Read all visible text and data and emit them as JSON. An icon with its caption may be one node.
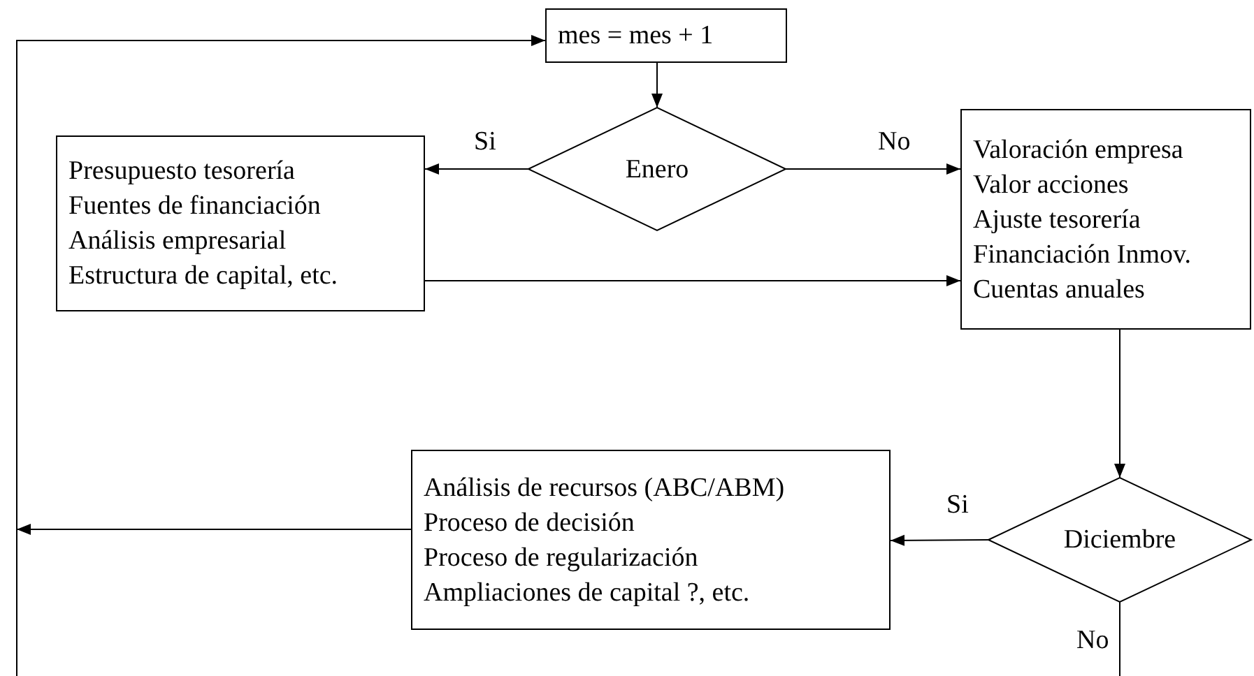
{
  "diagram": {
    "nodes": [
      {
        "text": [
          "mes = mes + 1"
        ]
      },
      {
        "text": [
          "Enero"
        ]
      },
      {
        "text": [
          "Presupuesto tesorería",
          "Fuentes de financiación",
          "Análisis empresarial",
          "Estructura de capital, etc."
        ]
      },
      {
        "text": [
          "Valoración empresa",
          "Valor acciones",
          "Ajuste tesorería",
          "Financiación Inmov.",
          "Cuentas anuales"
        ]
      },
      {
        "text": [
          "Diciembre"
        ]
      },
      {
        "text": [
          "Análisis de recursos (ABC/ABM)",
          "Proceso de decisión",
          "Proceso de regularización",
          "Ampliaciones de capital ?, etc."
        ]
      }
    ],
    "edges": [
      {
        "from": 0,
        "to": 1,
        "arrow": "to"
      },
      {
        "from": 1,
        "to": 2,
        "arrow": "to",
        "label": "Si"
      },
      {
        "from": 1,
        "to": 3,
        "arrow": "to",
        "label": "No"
      },
      {
        "from": 2,
        "to": 3,
        "arrow": "to"
      },
      {
        "from": 3,
        "to": 4,
        "arrow": "to"
      },
      {
        "from": 4,
        "to": 5,
        "arrow": "to",
        "label": "Si"
      },
      {
        "from": 5,
        "to": null,
        "arrow": "to"
      },
      {
        "from": 4,
        "to": null,
        "arrow": "none",
        "label": "No"
      },
      {
        "from": null,
        "to": 0,
        "arrow": "to"
      }
    ]
  }
}
